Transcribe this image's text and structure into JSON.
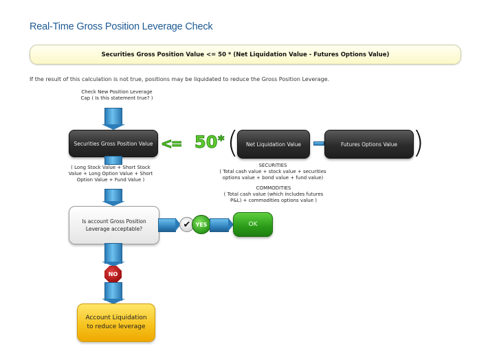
{
  "header": {
    "title": "Real-Time Gross Position Leverage Check",
    "formula": "Securities Gross Position Value <= 50 * (Net Liquidation Value - Futures Options Value)",
    "note": "If the result of this calculation is not true, positions may be liquidated to reduce the Gross Position Leverage."
  },
  "diagram": {
    "start_label_line1": "Check New Position Leverage",
    "start_label_line2": "Cap ( Is this statement true? )",
    "securities_box": "Securities Gross Position Value",
    "operator_lte": "<=",
    "multiplier": "50",
    "multiply_sign": "*",
    "open_paren": "(",
    "close_paren": ")",
    "net_liq_box": "Net Liquidation Value",
    "minus_sign": "-",
    "futures_box": "Futures Options Value",
    "securities_breakdown": "( Long Stock Value + Short Stock Value + Long Option Value + Short Option Value + Fund Value )",
    "securities_heading": "SECURITIES",
    "securities_desc": "( Total cash value + stock value + securities options value + bond value + fund value)",
    "commodities_heading": "COMMODITIES",
    "commodities_desc": "( Total cash value (which includes futures P&L) + commodities options value )",
    "decision_box": "Is account Gross Position Leverage acceptable?",
    "check_icon": "✔",
    "yes_label": "YES",
    "ok_label": "OK",
    "no_label": "NO",
    "liquidation_box": "Account Liquidation to reduce leverage"
  },
  "colors": {
    "title_blue": "#1d5a93",
    "formula_bg": "#fbf8c8",
    "operator_green": "#5ecb2e",
    "arrow_blue": "#2b7cb8",
    "ok_green": "#2a9a18",
    "no_red": "#a01010",
    "liquidation_yellow": "#f7c420"
  }
}
